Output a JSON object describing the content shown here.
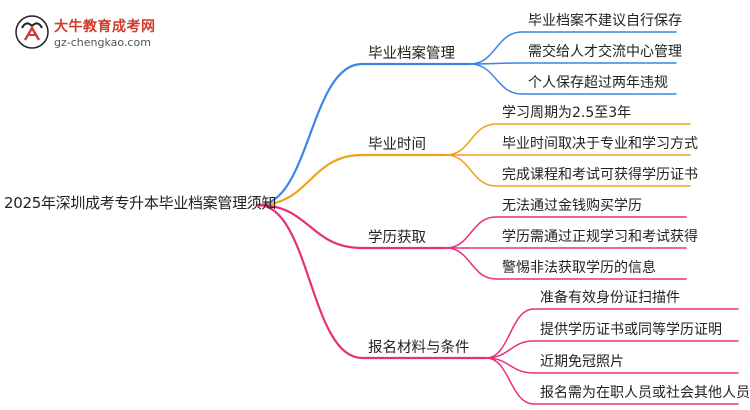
{
  "logo": {
    "title": "大牛教育成考网",
    "url": "gz-chengkao.com"
  },
  "mindmap": {
    "root": "2025年深圳成考专升本毕业档案管理须知",
    "branches": [
      {
        "label": "毕业档案管理",
        "color": "#3a86e8",
        "leaves": [
          "毕业档案不建议自行保存",
          "需交给人才交流中心管理",
          "个人保存超过两年违规"
        ]
      },
      {
        "label": "毕业时间",
        "color": "#f0a21c",
        "leaves": [
          "学习周期为2.5至3年",
          "毕业时间取决于专业和学习方式",
          "完成课程和考试可获得学历证书"
        ]
      },
      {
        "label": "学历获取",
        "color": "#e8307a",
        "leaves": [
          "无法通过金钱购买学历",
          "学历需通过正规学习和考试获得",
          "警惕非法获取学历的信息"
        ]
      },
      {
        "label": "报名材料与条件",
        "color": "#e8307a",
        "leaves": [
          "准备有效身份证扫描件",
          "提供学历证书或同等学历证明",
          "近期免冠照片",
          "报名需为在职人员或社会其他人员"
        ]
      }
    ]
  }
}
